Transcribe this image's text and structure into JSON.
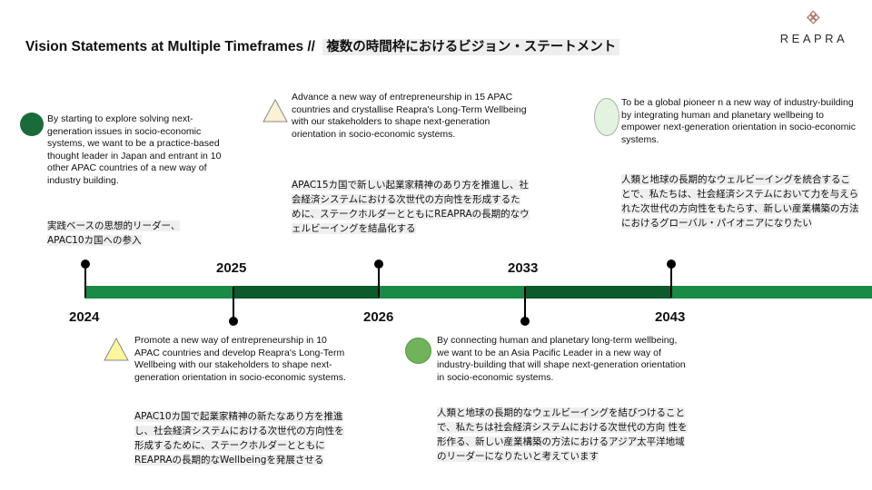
{
  "header": {
    "title_en": "Vision Statements at Multiple Timeframes //",
    "title_ja": "複数の時間枠におけるビジョン・ステートメント",
    "logo_text": "REAPRA"
  },
  "colors": {
    "bar_light": "#1a8a47",
    "bar_dark": "#0d5a2c",
    "circle_dark": "#1a6b3a",
    "circle_mid": "#6fb45a",
    "circle_light": "#e4f3e0",
    "triangle_fill": "#fff59d",
    "triangle_fill_pale": "#fdf0d4"
  },
  "timeline": {
    "years": [
      "2024",
      "2025",
      "2026",
      "2033",
      "2043"
    ]
  },
  "milestones": [
    {
      "en": "By starting to explore solving next-generation issues in socio-economic systems, we want to be a practice-based thought leader in Japan and entrant in 10 other APAC countries of a new way of industry building.",
      "ja": "実践ベースの思想的リーダー、APAC10カ国への参入"
    },
    {
      "en": "Promote a new way of entrepreneurship in 10 APAC countries and develop Reapra's Long-Term Wellbeing with our stakeholders to shape next-generation orientation in socio-economic systems.",
      "ja": "APAC10カ国で起業家精神の新たなあり方を推進し、社会経済システムにおける次世代の方向性を形成するために、ステークホルダーとともにREAPRAの長期的なWellbeingを発展させる"
    },
    {
      "en": "Advance a new way of entrepreneurship in 15 APAC countries and crystallise Reapra's Long-Term Wellbeing with our stakeholders to shape next-generation orientation in socio-economic systems.",
      "ja": "APAC15カ国で新しい起業家精神のあり方を推進し、社会経済システムにおける次世代の方向性を形成するために、ステークホルダーとともにREAPRAの長期的なウェルビーイングを結晶化する"
    },
    {
      "en": "By connecting human and planetary long-term wellbeing, we want to be an Asia Pacific Leader in a new way of industry-building that will shape next-generation orientation in socio-economic systems.",
      "ja": "人類と地球の長期的なウェルビーイングを結びつけることで、私たちは社会経済システムにおける次世代の方向 性を形作る、新しい産業構築の方法におけるアジア太平洋地域のリーダーになりたいと考えています"
    },
    {
      "en": "To be a global pioneer n a new way of industry-building by integrating human and planetary wellbeing to empower next-generation orientation in socio-economic systems.",
      "ja": "人類と地球の長期的なウェルビーイングを統合することで、私たちは、社会経済システムにおいて力を与えられた次世代の方向性をもたらす、新しい産業構築の方法におけるグローバル・パイオニアになりたい"
    }
  ]
}
